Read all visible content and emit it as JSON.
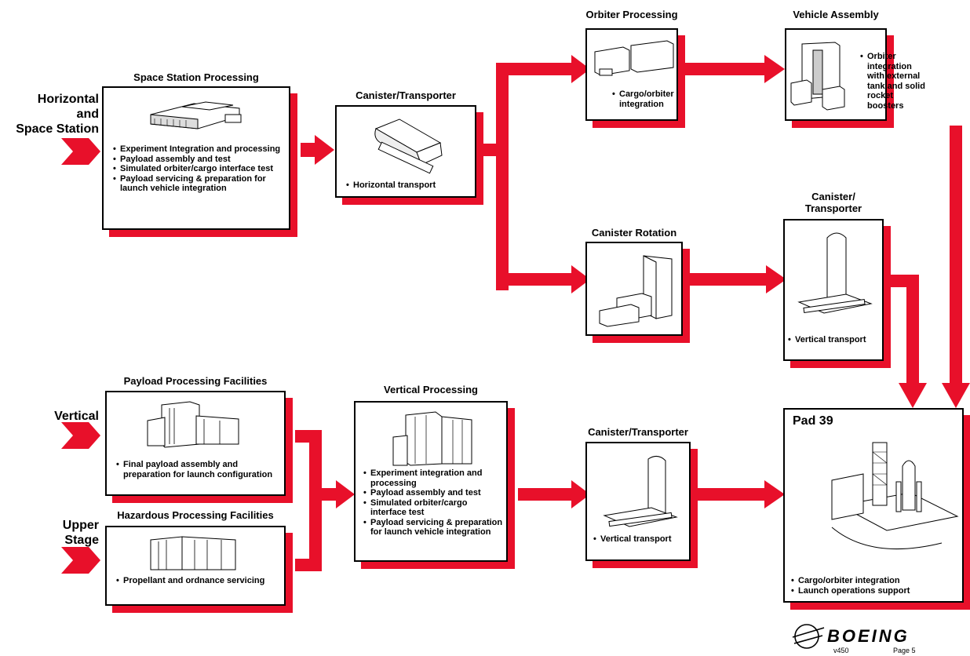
{
  "side_labels": {
    "horizontal": [
      "Horizontal",
      "and",
      "Space Station"
    ],
    "vertical": "Vertical",
    "upper_stage": [
      "Upper",
      "Stage"
    ]
  },
  "nodes": {
    "space_station": {
      "title": "Space Station Processing",
      "bullets": [
        "Experiment Integration and processing",
        "Payload assembly and test",
        "Simulated orbiter/cargo interface test",
        "Payload servicing & preparation for launch vehicle integration"
      ]
    },
    "canister_transporter_h": {
      "title": "Canister/Transporter",
      "bullets": [
        "Horizontal transport"
      ]
    },
    "orbiter_processing": {
      "title": "Orbiter Processing",
      "bullets": [
        "Cargo/orbiter integration"
      ]
    },
    "vehicle_assembly": {
      "title": "Vehicle Assembly",
      "bullets": [
        "Orbiter integration with external tank and solid rocket boosters"
      ]
    },
    "canister_rotation": {
      "title": "Canister Rotation",
      "bullets": []
    },
    "canister_transporter_v1": {
      "title": [
        "Canister/",
        "Transporter"
      ],
      "bullets": [
        "Vertical transport"
      ]
    },
    "payload_processing": {
      "title": "Payload Processing Facilities",
      "bullets": [
        "Final payload assembly and preparation for launch configuration"
      ]
    },
    "hazardous_processing": {
      "title": "Hazardous Processing Facilities",
      "bullets": [
        "Propellant and ordnance servicing"
      ]
    },
    "vertical_processing": {
      "title": "Vertical Processing",
      "bullets": [
        "Experiment integration and processing",
        "Payload assembly and test",
        "Simulated orbiter/cargo interface test",
        "Payload servicing & preparation for launch vehicle integration"
      ]
    },
    "canister_transporter_v2": {
      "title": "Canister/Transporter",
      "bullets": [
        "Vertical transport"
      ]
    },
    "pad39": {
      "title": "Pad 39",
      "bullets": [
        "Cargo/orbiter integration",
        "Launch operations support"
      ]
    }
  },
  "footer": {
    "logo": "BOEING",
    "version": "v450",
    "page": "Page 5"
  },
  "colors": {
    "accent": "#e8102a",
    "box_border": "#000000",
    "background": "#ffffff"
  },
  "icons": [
    "boeing-logo-icon",
    "building-icon",
    "canister-icon",
    "launch-pad-icon"
  ]
}
